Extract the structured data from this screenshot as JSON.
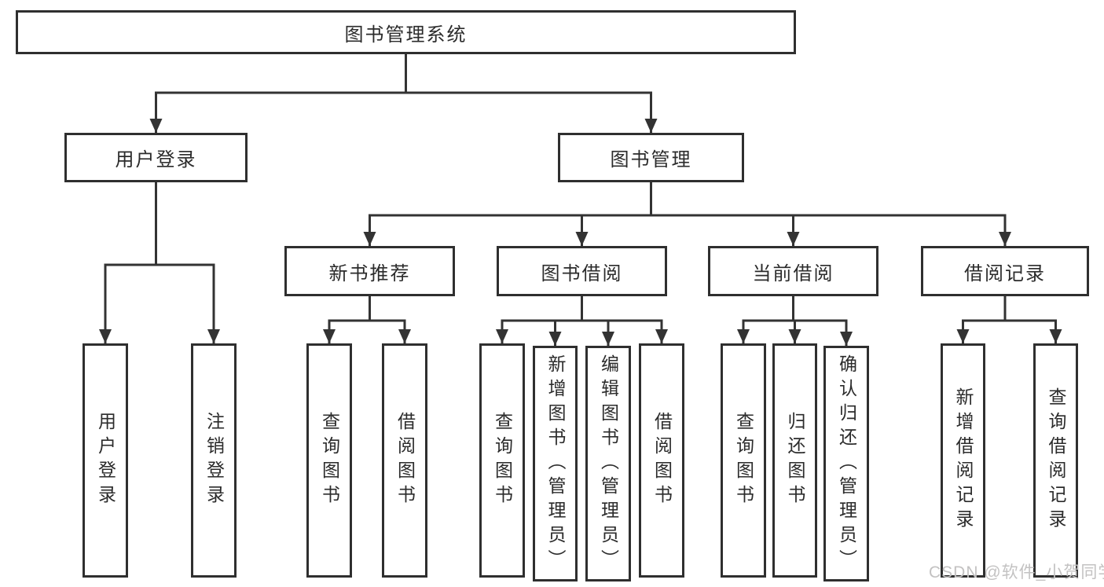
{
  "root": {
    "label": "图书管理系统"
  },
  "level1": [
    {
      "label": "用户登录"
    },
    {
      "label": "图书管理"
    }
  ],
  "level2": [
    {
      "label": "新书推荐"
    },
    {
      "label": "图书借阅"
    },
    {
      "label": "当前借阅"
    },
    {
      "label": "借阅记录"
    }
  ],
  "leaves": [
    {
      "label": "用户登录"
    },
    {
      "label": "注销登录"
    },
    {
      "label": "查询图书"
    },
    {
      "label": "借阅图书"
    },
    {
      "label": "查询图书"
    },
    {
      "label": "新增图书（管理员）"
    },
    {
      "label": "编辑图书（管理员）"
    },
    {
      "label": "借阅图书"
    },
    {
      "label": "查询图书"
    },
    {
      "label": "归还图书"
    },
    {
      "label": "确认归还（管理员）"
    },
    {
      "label": "新增借阅记录"
    },
    {
      "label": "查询借阅记录"
    }
  ],
  "watermark": {
    "text": "CSDN @软件_小贺同学"
  },
  "colors": {
    "line": "#333333",
    "box_border": "#2f2f2f",
    "box_fill": "#ffffff",
    "text": "#2b2b2b",
    "watermark": "#c3c2c2"
  }
}
